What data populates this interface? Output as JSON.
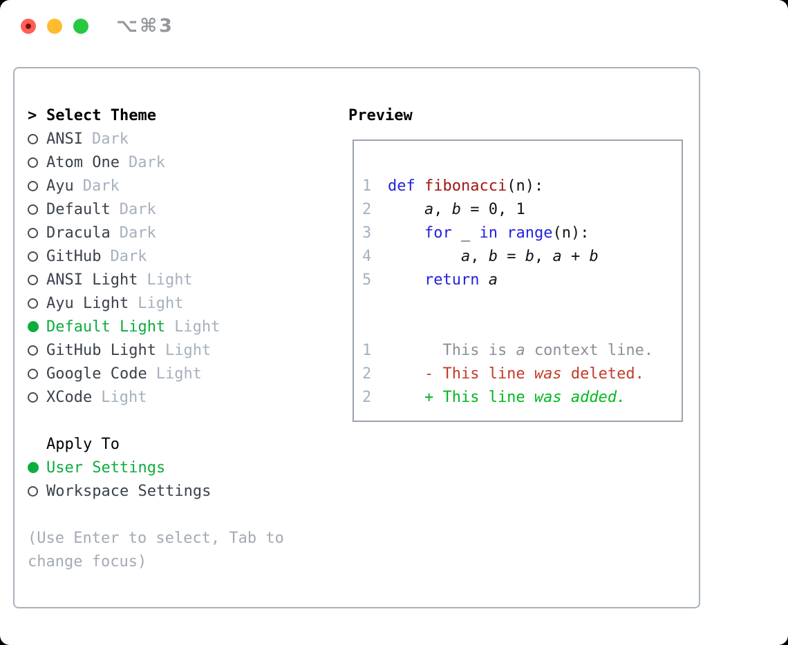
{
  "titlebar": {
    "title": "⌥⌘3"
  },
  "colors": {
    "selected_green": "#0cad3c",
    "keyword_blue": "#2222dd",
    "function_red": "#a31515",
    "code_black": "#101216",
    "context_gray": "#8b9097",
    "deleted_red": "#c43a28",
    "added_green": "#00b81f",
    "line_number_gray": "#a6b0be",
    "tag_gray": "#a6b0be",
    "item_gray": "#3a414b",
    "hint_gray": "#a3aab4",
    "traffic_red": "#ff5f57",
    "traffic_yellow": "#febc2e",
    "traffic_green": "#28c840"
  },
  "picker": {
    "prompt": ">",
    "heading": "Select Theme",
    "themes": [
      {
        "name": "ANSI",
        "tag": "Dark",
        "selected": false
      },
      {
        "name": "Atom One",
        "tag": "Dark",
        "selected": false
      },
      {
        "name": "Ayu",
        "tag": "Dark",
        "selected": false
      },
      {
        "name": "Default",
        "tag": "Dark",
        "selected": false
      },
      {
        "name": "Dracula",
        "tag": "Dark",
        "selected": false
      },
      {
        "name": "GitHub",
        "tag": "Dark",
        "selected": false
      },
      {
        "name": "ANSI Light",
        "tag": "Light",
        "selected": false
      },
      {
        "name": "Ayu Light",
        "tag": "Light",
        "selected": false
      },
      {
        "name": "Default Light",
        "tag": "Light",
        "selected": true
      },
      {
        "name": "GitHub Light",
        "tag": "Light",
        "selected": false
      },
      {
        "name": "Google Code",
        "tag": "Light",
        "selected": false
      },
      {
        "name": "XCode",
        "tag": "Light",
        "selected": false
      }
    ],
    "apply_to": {
      "heading": "Apply To",
      "options": [
        {
          "label": "User Settings",
          "selected": true
        },
        {
          "label": "Workspace Settings",
          "selected": false
        }
      ]
    },
    "hint": [
      "(Use Enter to select, Tab to",
      "change focus)"
    ]
  },
  "preview": {
    "heading": "Preview",
    "lines": [
      {
        "num": "1",
        "tokens": [
          {
            "t": "def",
            "c": "kw"
          },
          {
            "t": " ",
            "c": "plain"
          },
          {
            "t": "fibonacci",
            "c": "fn"
          },
          {
            "t": "(n):",
            "c": "plain"
          }
        ]
      },
      {
        "num": "2",
        "tokens": [
          {
            "t": "    ",
            "c": "plain"
          },
          {
            "t": "a",
            "c": "var"
          },
          {
            "t": ", ",
            "c": "plain"
          },
          {
            "t": "b",
            "c": "var"
          },
          {
            "t": " = ",
            "c": "plain"
          },
          {
            "t": "0, 1",
            "c": "plain"
          }
        ]
      },
      {
        "num": "3",
        "tokens": [
          {
            "t": "    ",
            "c": "plain"
          },
          {
            "t": "for",
            "c": "kw"
          },
          {
            "t": " _ ",
            "c": "plain"
          },
          {
            "t": "in",
            "c": "kw"
          },
          {
            "t": " ",
            "c": "plain"
          },
          {
            "t": "range",
            "c": "kw"
          },
          {
            "t": "(n):",
            "c": "plain"
          }
        ]
      },
      {
        "num": "4",
        "tokens": [
          {
            "t": "        ",
            "c": "plain"
          },
          {
            "t": "a",
            "c": "var"
          },
          {
            "t": ", ",
            "c": "plain"
          },
          {
            "t": "b",
            "c": "var"
          },
          {
            "t": " = ",
            "c": "plain"
          },
          {
            "t": "b",
            "c": "var"
          },
          {
            "t": ", ",
            "c": "plain"
          },
          {
            "t": "a",
            "c": "var"
          },
          {
            "t": " + ",
            "c": "plain"
          },
          {
            "t": "b",
            "c": "var"
          }
        ]
      },
      {
        "num": "5",
        "tokens": [
          {
            "t": "    ",
            "c": "plain"
          },
          {
            "t": "return",
            "c": "kw"
          },
          {
            "t": " ",
            "c": "plain"
          },
          {
            "t": "a",
            "c": "var"
          }
        ]
      },
      {
        "num": "",
        "tokens": []
      },
      {
        "num": "",
        "tokens": []
      },
      {
        "num": "1",
        "tokens": [
          {
            "t": "      This is ",
            "c": "ctx"
          },
          {
            "t": "a",
            "c": "ctx i"
          },
          {
            "t": " context line.",
            "c": "ctx"
          }
        ]
      },
      {
        "num": "2",
        "tokens": [
          {
            "t": "    - This line ",
            "c": "del"
          },
          {
            "t": "was",
            "c": "del i"
          },
          {
            "t": " deleted.",
            "c": "del"
          }
        ]
      },
      {
        "num": "2",
        "tokens": [
          {
            "t": "    + This line ",
            "c": "add"
          },
          {
            "t": "was added.",
            "c": "add i"
          }
        ]
      }
    ]
  }
}
